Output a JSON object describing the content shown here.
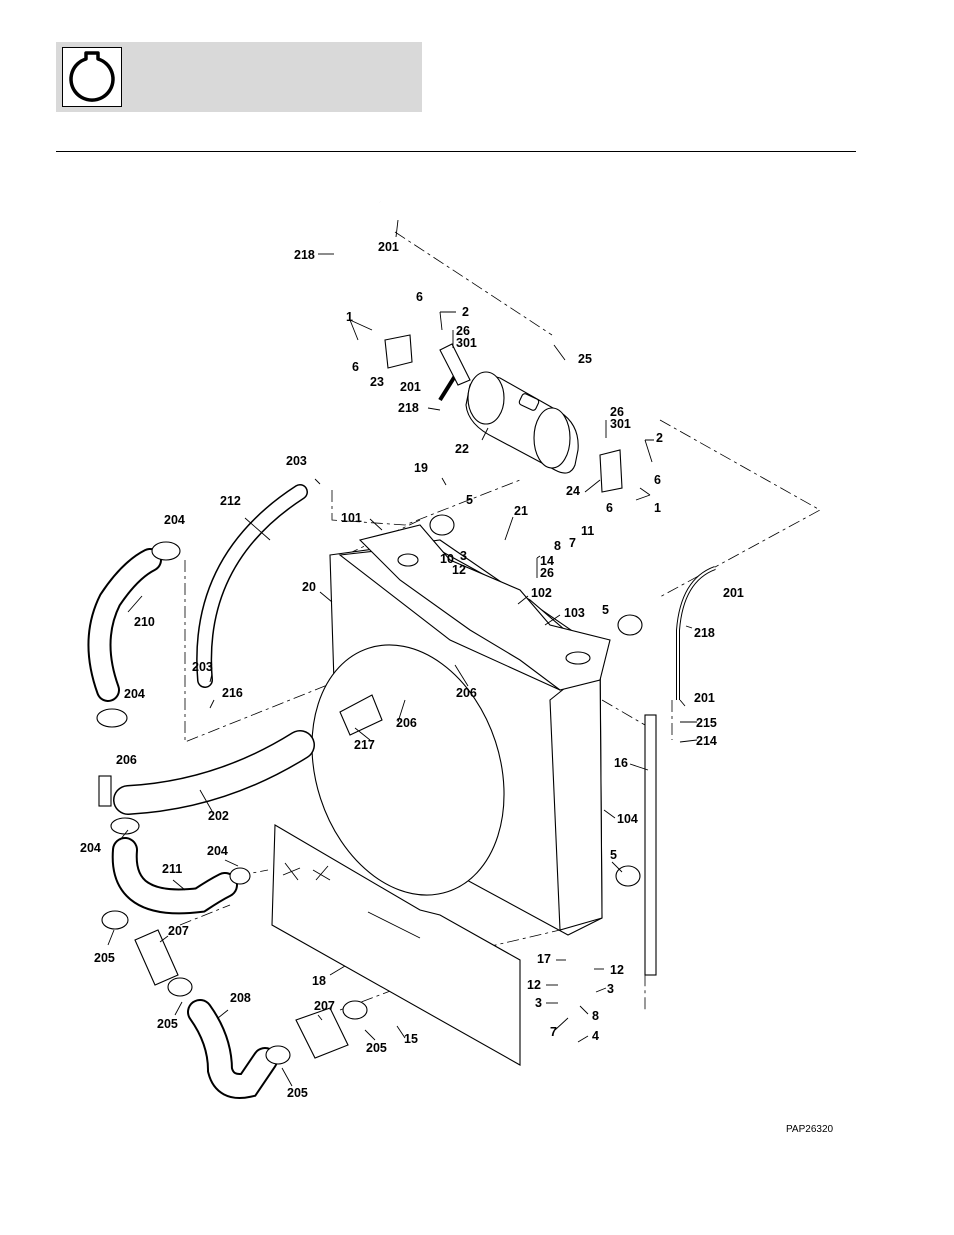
{
  "header": {
    "icon": "engine-icon"
  },
  "figure_code": "PAP26320",
  "callouts": [
    {
      "id": "c218a",
      "text": "218"
    },
    {
      "id": "c201a",
      "text": "201"
    },
    {
      "id": "c6a",
      "text": "6"
    },
    {
      "id": "c2a",
      "text": "2"
    },
    {
      "id": "c1a",
      "text": "1"
    },
    {
      "id": "c26a",
      "text": "26"
    },
    {
      "id": "c301a",
      "text": "301"
    },
    {
      "id": "c25",
      "text": "25"
    },
    {
      "id": "c6b",
      "text": "6"
    },
    {
      "id": "c23",
      "text": "23"
    },
    {
      "id": "c201b",
      "text": "201"
    },
    {
      "id": "c218b",
      "text": "218"
    },
    {
      "id": "c26b",
      "text": "26"
    },
    {
      "id": "c301b",
      "text": "301"
    },
    {
      "id": "c22",
      "text": "22"
    },
    {
      "id": "c2b",
      "text": "2"
    },
    {
      "id": "c203a",
      "text": "203"
    },
    {
      "id": "c19",
      "text": "19"
    },
    {
      "id": "c6c",
      "text": "6"
    },
    {
      "id": "c24",
      "text": "24"
    },
    {
      "id": "c212",
      "text": "212"
    },
    {
      "id": "c5a",
      "text": "5"
    },
    {
      "id": "c6d",
      "text": "6"
    },
    {
      "id": "c1b",
      "text": "1"
    },
    {
      "id": "c204a",
      "text": "204"
    },
    {
      "id": "c101",
      "text": "101"
    },
    {
      "id": "c21",
      "text": "21"
    },
    {
      "id": "c11",
      "text": "11"
    },
    {
      "id": "c3a",
      "text": "3"
    },
    {
      "id": "c8a",
      "text": "8"
    },
    {
      "id": "c7a",
      "text": "7"
    },
    {
      "id": "c10",
      "text": "10"
    },
    {
      "id": "c14",
      "text": "14"
    },
    {
      "id": "c12a",
      "text": "12"
    },
    {
      "id": "c26c",
      "text": "26"
    },
    {
      "id": "c20",
      "text": "20"
    },
    {
      "id": "c102",
      "text": "102"
    },
    {
      "id": "c201c",
      "text": "201"
    },
    {
      "id": "c210",
      "text": "210"
    },
    {
      "id": "c103",
      "text": "103"
    },
    {
      "id": "c5b",
      "text": "5"
    },
    {
      "id": "c218c",
      "text": "218"
    },
    {
      "id": "c203b",
      "text": "203"
    },
    {
      "id": "c216",
      "text": "216"
    },
    {
      "id": "c206a",
      "text": "206"
    },
    {
      "id": "c204b",
      "text": "204"
    },
    {
      "id": "c206b",
      "text": "206"
    },
    {
      "id": "c201d",
      "text": "201"
    },
    {
      "id": "c215",
      "text": "215"
    },
    {
      "id": "c217",
      "text": "217"
    },
    {
      "id": "c214",
      "text": "214"
    },
    {
      "id": "c206c",
      "text": "206"
    },
    {
      "id": "c16",
      "text": "16"
    },
    {
      "id": "c202",
      "text": "202"
    },
    {
      "id": "c104",
      "text": "104"
    },
    {
      "id": "c204c",
      "text": "204"
    },
    {
      "id": "c204d",
      "text": "204"
    },
    {
      "id": "c5c",
      "text": "5"
    },
    {
      "id": "c211",
      "text": "211"
    },
    {
      "id": "c207a",
      "text": "207"
    },
    {
      "id": "c205a",
      "text": "205"
    },
    {
      "id": "c17",
      "text": "17"
    },
    {
      "id": "c12b",
      "text": "12"
    },
    {
      "id": "c18",
      "text": "18"
    },
    {
      "id": "c12c",
      "text": "12"
    },
    {
      "id": "c3b",
      "text": "3"
    },
    {
      "id": "c3c",
      "text": "3"
    },
    {
      "id": "c208",
      "text": "208"
    },
    {
      "id": "c205b",
      "text": "205"
    },
    {
      "id": "c8b",
      "text": "8"
    },
    {
      "id": "c207b",
      "text": "207"
    },
    {
      "id": "c7b",
      "text": "7"
    },
    {
      "id": "c4",
      "text": "4"
    },
    {
      "id": "c205c",
      "text": "205"
    },
    {
      "id": "c15",
      "text": "15"
    },
    {
      "id": "c205d",
      "text": "205"
    }
  ]
}
